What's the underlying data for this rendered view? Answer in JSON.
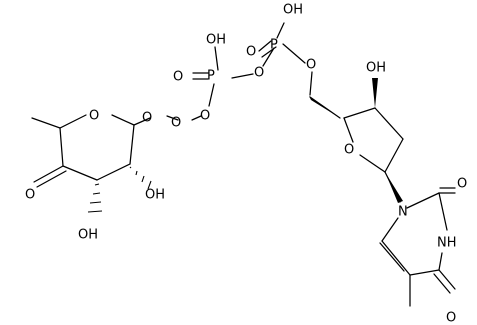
{
  "molecule": {
    "atom_labels": {
      "p1_oh": "OH",
      "p1_dbl_o": "O",
      "p1": "P",
      "o_bridge_p1_p2": "O",
      "p2_oh": "OH",
      "p2_dbl_o": "O",
      "p2": "P",
      "o_p2_a": "O",
      "o_p2_b": "O",
      "o_anomeric": "O",
      "o_c5": "O",
      "oh_3prime": "OH",
      "o_ring_sugar": "O",
      "o_ring_pyranose": "O",
      "oh_c2": "OH",
      "o_keto": "O",
      "oh_c3": "OH",
      "n1": "N",
      "c2_o": "O",
      "n3h": "NH",
      "c4_o": "O"
    }
  }
}
